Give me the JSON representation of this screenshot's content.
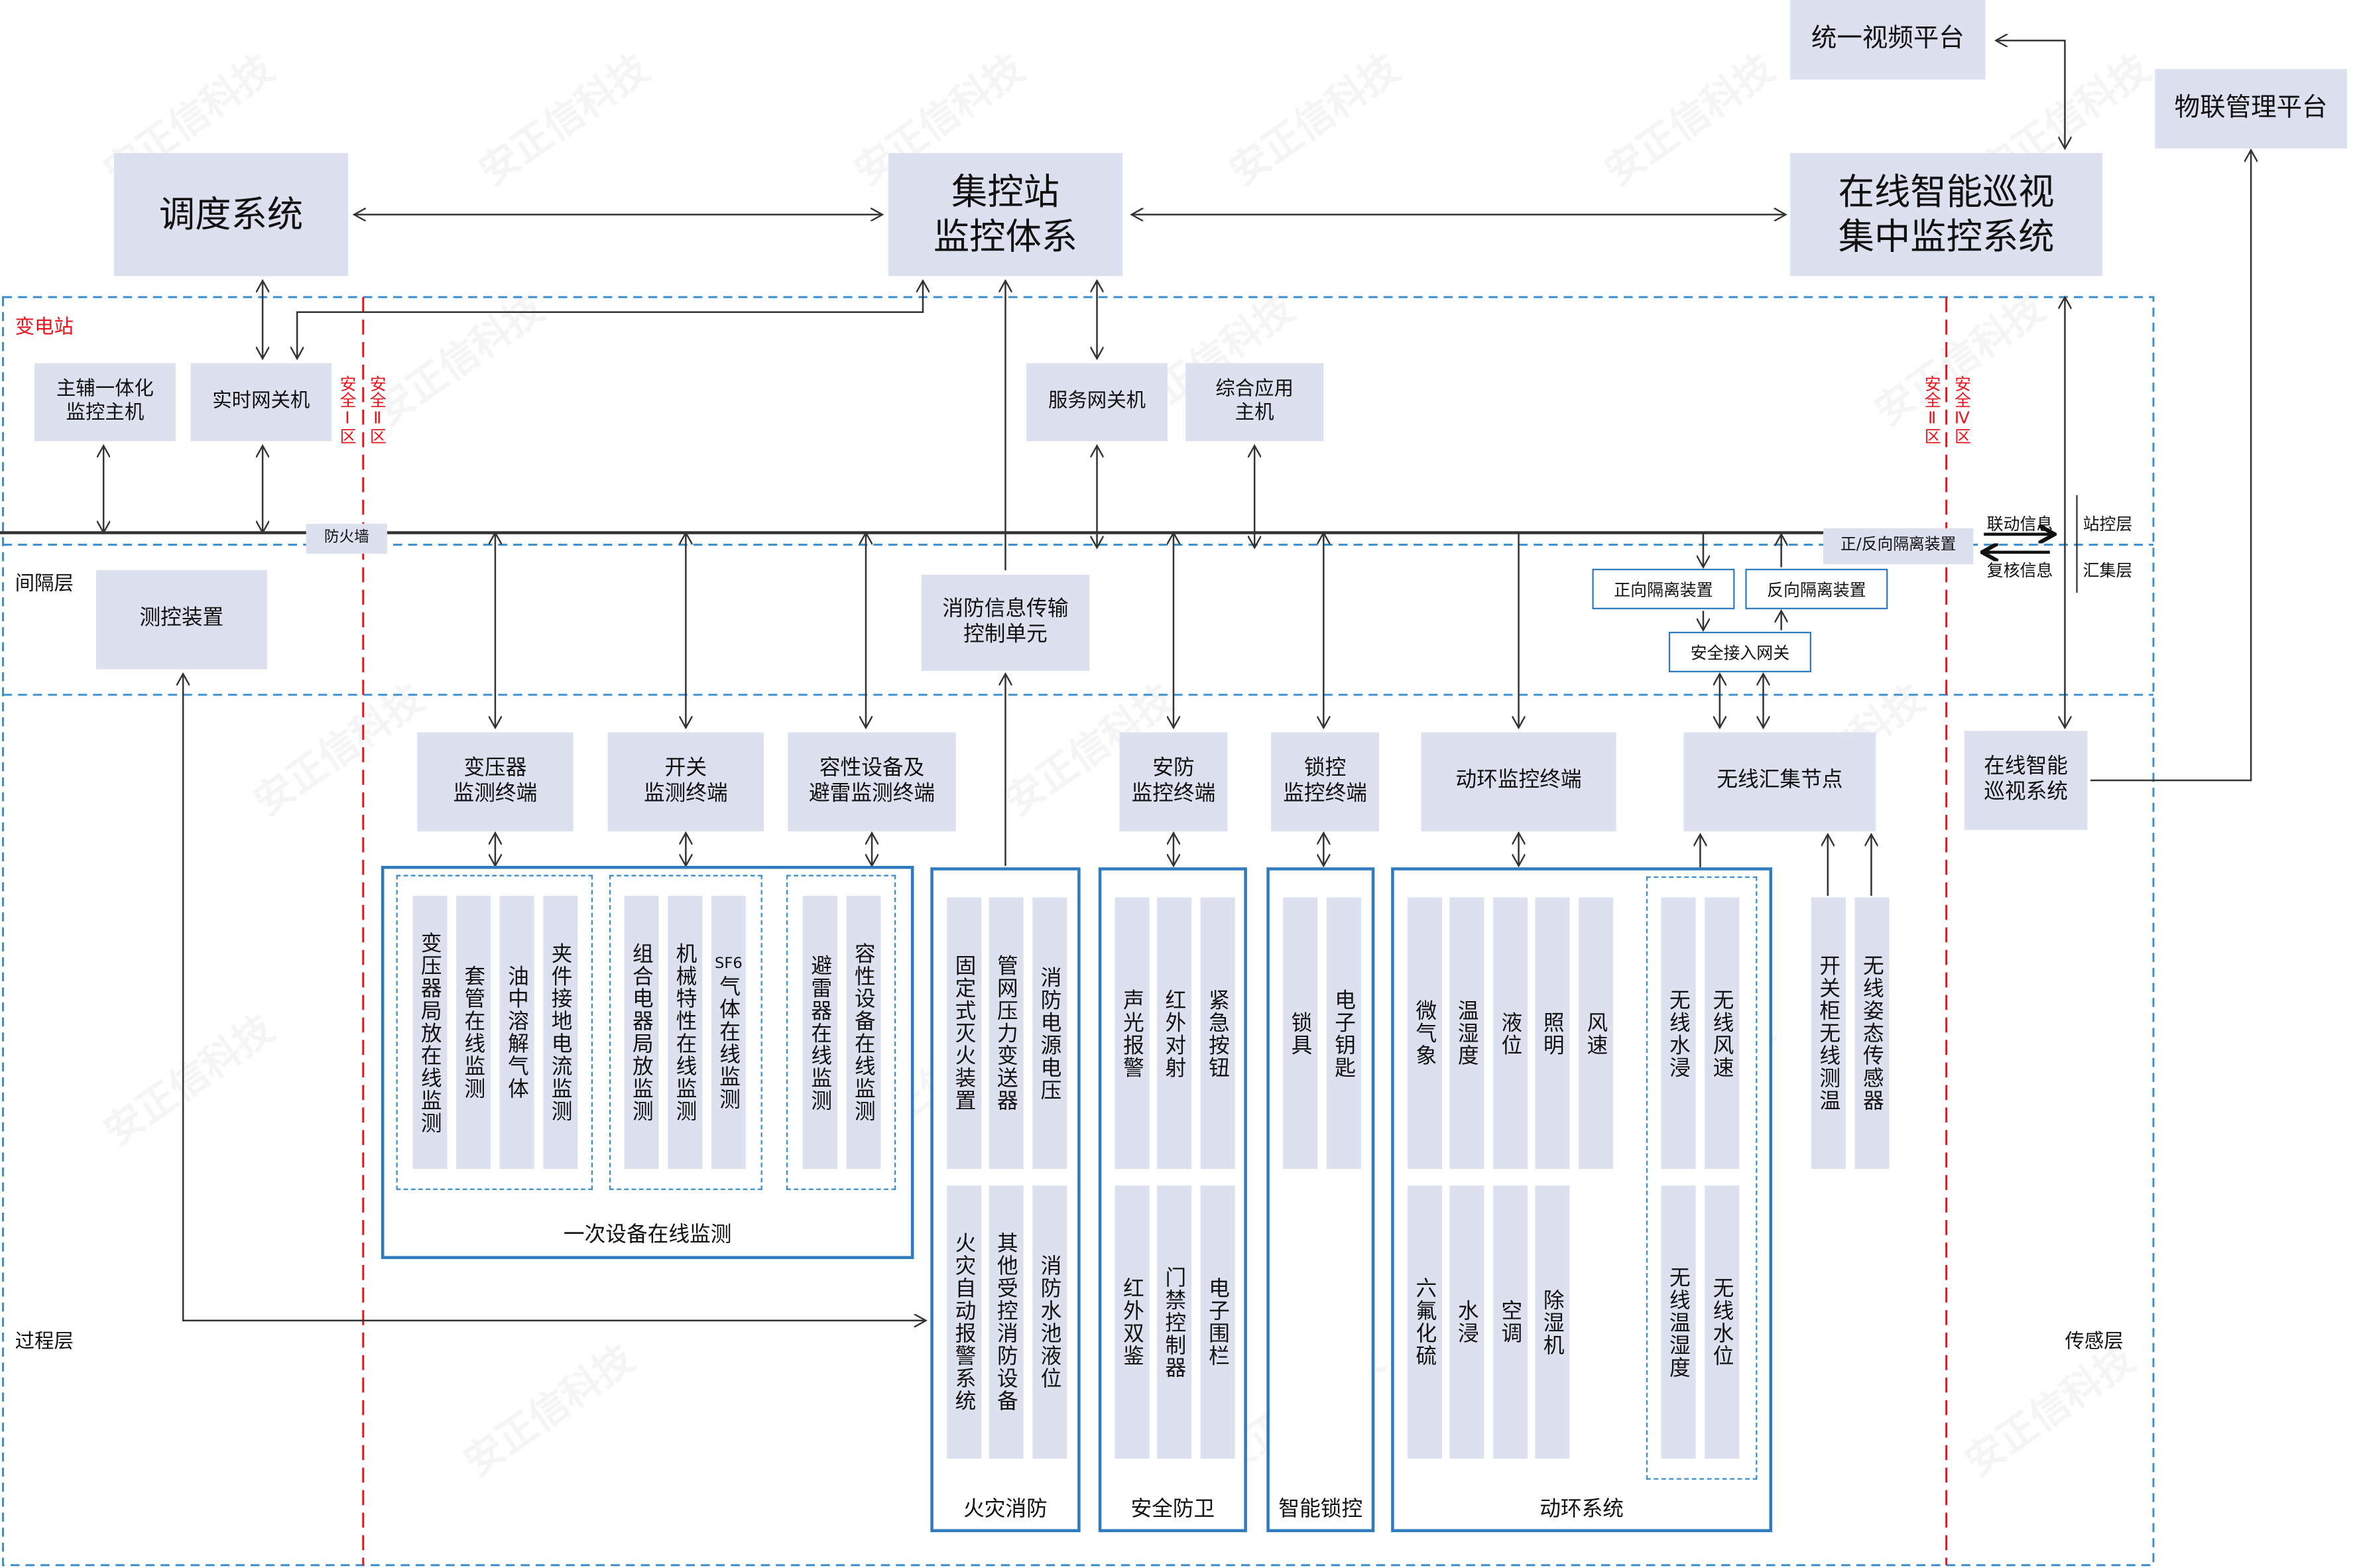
{
  "watermark": "安正信科技",
  "top": {
    "dispatch": "调度系统",
    "control_center": [
      "集控站",
      "监控体系"
    ],
    "inspection_center": [
      "在线智能巡视",
      "集中监控系统"
    ],
    "video_platform": "统一视频平台",
    "iot_platform": "物联管理平台"
  },
  "layers": {
    "substation": "变电站",
    "bay": "间隔层",
    "process": "过程层",
    "sensing": "传感层",
    "station_control": "站控层",
    "aggregation": "汇集层"
  },
  "zones": {
    "zone1": "安全Ⅰ区",
    "zone2_left": "安全Ⅱ区",
    "zone2_right": "安全Ⅱ区",
    "zone4": "安全Ⅳ区",
    "zone1_chars": [
      "安",
      "全",
      "Ⅰ",
      "区"
    ],
    "zone2_chars": [
      "安",
      "全",
      "Ⅱ",
      "区"
    ],
    "zone4_chars": [
      "安",
      "全",
      "Ⅳ",
      "区"
    ]
  },
  "station": {
    "main_aux_host": [
      "主辅一体化",
      "监控主机"
    ],
    "realtime_gateway": "实时网关机",
    "service_gateway": "服务网关机",
    "app_host": [
      "综合应用",
      "主机"
    ],
    "firewall": "防火墙",
    "isolation_bidirectional": "正/反向隔离装置",
    "linkage_info": "联动信息",
    "review_info": "复核信息"
  },
  "bay": {
    "measure_control": "测控装置",
    "fire_transmission": [
      "消防信息传输",
      "控制单元"
    ],
    "forward_isolation": "正向隔离装置",
    "reverse_isolation": "反向隔离装置",
    "secure_gateway": "安全接入网关"
  },
  "terminals": {
    "transformer": [
      "变压器",
      "监测终端"
    ],
    "switch": [
      "开关",
      "监测终端"
    ],
    "capacitive": [
      "容性设备及",
      "避雷监测终端"
    ],
    "security": [
      "安防",
      "监控终端"
    ],
    "lock": [
      "锁控",
      "监控终端"
    ],
    "env": "动环监控终端",
    "wireless_node": "无线汇集节点",
    "inspection": [
      "在线智能",
      "巡视系统"
    ]
  },
  "groups": {
    "primary": {
      "title": "一次设备在线监测",
      "transformer_items": [
        "变压器局放在线监测",
        "套管在线监测",
        "油中溶解气体",
        "夹件接地电流监测"
      ],
      "switch_items": [
        "组合电器局放监测",
        "机械特性在线监测",
        "SF6气体在线监测"
      ],
      "switch_sf6_prefix": "SF6",
      "switch_sf6_rest": "气体在线监测",
      "capacitive_items": [
        "避雷器在线监测",
        "容性设备在线监测"
      ]
    },
    "fire": {
      "title": "火灾消防",
      "top": [
        "固定式灭火装置",
        "管网压力变送器",
        "消防电源电压"
      ],
      "bottom": [
        "火灾自动报警系统",
        "其他受控消防设备",
        "消防水池液位"
      ]
    },
    "security": {
      "title": "安全防卫",
      "top": [
        "声光报警",
        "红外对射",
        "紧急按钮"
      ],
      "bottom": [
        "红外双鉴",
        "门禁控制器",
        "电子围栏"
      ]
    },
    "lock": {
      "title": "智能锁控",
      "top": [
        "锁具",
        "电子钥匙"
      ]
    },
    "env": {
      "title": "动环系统",
      "top": [
        "微气象",
        "温湿度",
        "液位",
        "照明",
        "风速"
      ],
      "bottom": [
        "六氟化硫",
        "水浸",
        "空调",
        "除湿机"
      ],
      "wireless_top": [
        "无线水浸",
        "无线风速"
      ],
      "wireless_bottom": [
        "无线温湿度",
        "无线水位"
      ]
    },
    "wireless_sensors": [
      "开关柜无线测温",
      "无线姿态传感器"
    ]
  },
  "colors": {
    "box_fill": "#dde1ef",
    "group_border": "#2e7bbf",
    "layer_dash": "#3a8fd0",
    "zone_dash": "#e8141b",
    "line": "#333333"
  }
}
